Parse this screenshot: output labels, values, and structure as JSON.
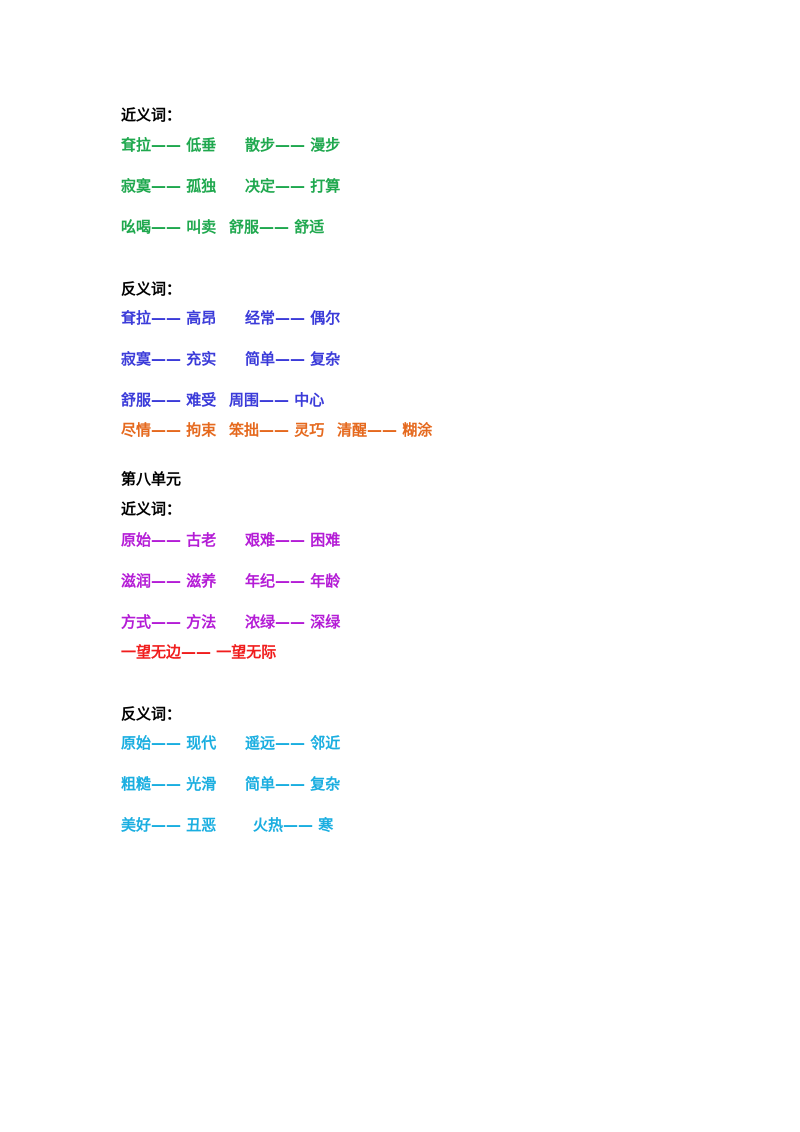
{
  "colors": {
    "green": "#1fa84e",
    "blue": "#3b3bd9",
    "orange": "#e5691e",
    "purple": "#b41cd6",
    "red": "#f01d1d",
    "cyan": "#1aaee0",
    "heading": "#000000"
  },
  "sections": [
    {
      "heading": "近义词：",
      "lines": [
        [
          "耷拉—— 低垂",
          "散步—— 漫步"
        ],
        [
          "寂寞—— 孤独",
          "决定—— 打算"
        ],
        [
          "吆喝—— 叫卖",
          "舒服—— 舒适"
        ]
      ]
    },
    {
      "heading": "反义词：",
      "lines": [
        [
          "耷拉—— 高昂",
          "经常—— 偶尔"
        ],
        [
          "寂寞—— 充实",
          "简单—— 复杂"
        ],
        [
          "舒服—— 难受",
          "周围—— 中心"
        ]
      ],
      "extra_line": [
        "尽情—— 拘束",
        "笨拙—— 灵巧",
        "清醒—— 糊涂"
      ]
    },
    {
      "unit_title": "第八单元",
      "heading": "近义词：",
      "lines": [
        [
          "原始—— 古老",
          "艰难—— 困难"
        ],
        [
          "滋润—— 滋养",
          "年纪—— 年龄"
        ],
        [
          "方式—— 方法",
          "浓绿—— 深绿"
        ]
      ],
      "extra_line": [
        "一望无边—— 一望无际"
      ]
    },
    {
      "heading": "反义词：",
      "lines": [
        [
          "原始—— 现代",
          "遥远—— 邻近"
        ],
        [
          "粗糙—— 光滑",
          "简单—— 复杂"
        ],
        [
          "美好—— 丑恶",
          "火热—— 寒"
        ]
      ]
    }
  ]
}
